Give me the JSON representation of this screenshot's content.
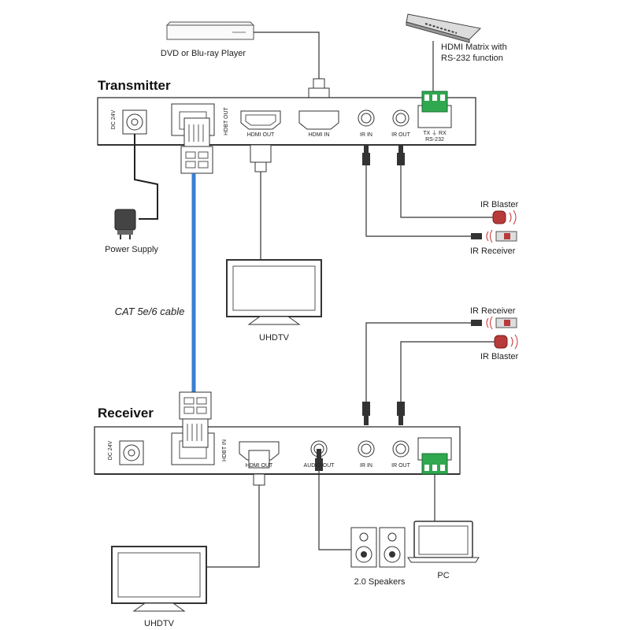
{
  "transmitter": {
    "title": "Transmitter",
    "ports": {
      "dc": "DC 24V",
      "hdbt_out": "HDBT OUT",
      "hdmi_out": "HDMI OUT",
      "hdmi_in": "HDMI IN",
      "ir_in": "IR IN",
      "ir_out": "IR OUT",
      "rs232_pins": "TX  ⏚  RX",
      "rs232": "RS-232"
    }
  },
  "receiver": {
    "title": "Receiver",
    "ports": {
      "dc": "DC 24V",
      "hdbt_in": "HDBT IN",
      "hdmi_out": "HDMI OUT",
      "audio_out": "AUDIO OUT",
      "ir_in": "IR IN",
      "ir_out": "IR OUT"
    }
  },
  "devices": {
    "dvd": "DVD or Blu-ray Player",
    "matrix_line1": "HDMI Matrix with",
    "matrix_line2": "RS-232 function",
    "power": "Power Supply",
    "cable": "CAT 5e/6 cable",
    "uhdtv_top": "UHDTV",
    "uhdtv_bottom": "UHDTV",
    "ir_blaster_top": "IR Blaster",
    "ir_receiver_top": "IR Receiver",
    "ir_receiver_bottom": "IR Receiver",
    "ir_blaster_bottom": "IR Blaster",
    "speakers": "2.0 Speakers",
    "pc": "PC"
  },
  "colors": {
    "cat_cable": "#3a7fd0",
    "terminal": "#2fa84f",
    "ir_blaster": "#b83a3a",
    "line": "#333333"
  }
}
